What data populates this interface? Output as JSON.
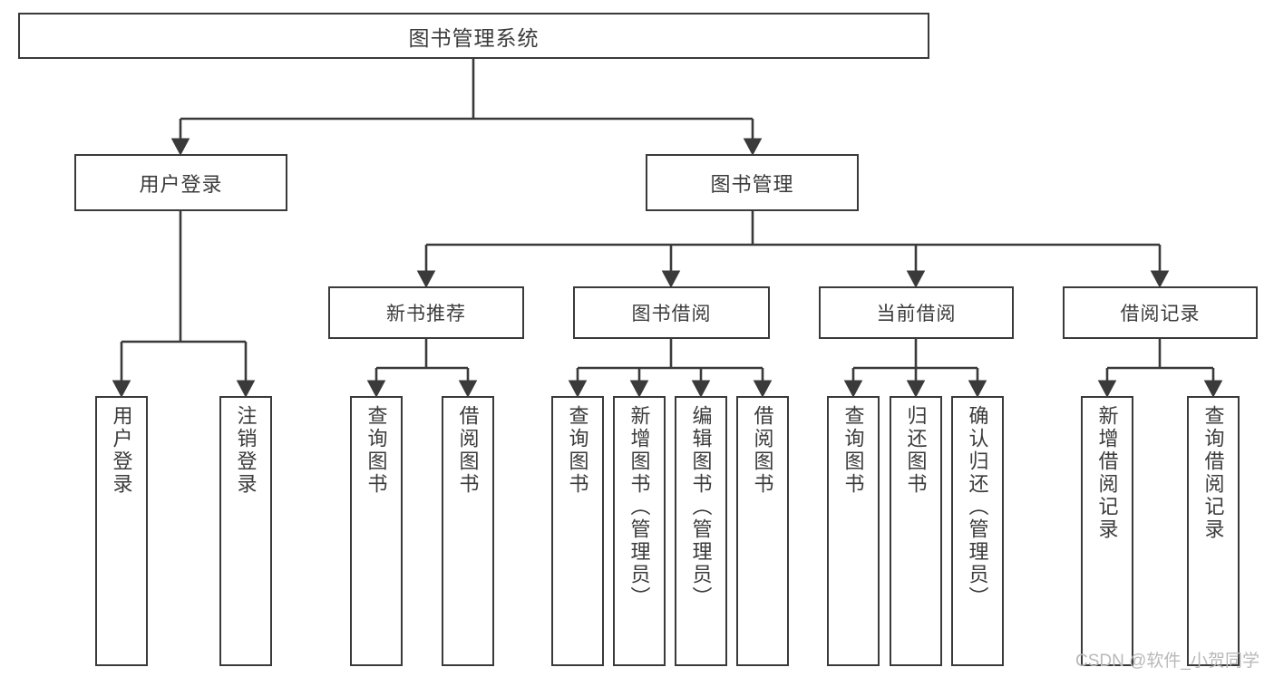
{
  "diagram": {
    "title": "图书管理系统",
    "watermark": "CSDN @软件_小贺同学",
    "colors": {
      "stroke": "#3a3a3a",
      "text": "#3b3b3b",
      "background": "#ffffff",
      "watermark": "#b9b9b9"
    },
    "root": {
      "label": "图书管理系统"
    },
    "level2": [
      {
        "label": "用户登录"
      },
      {
        "label": "图书管理"
      }
    ],
    "level3": [
      {
        "label": "新书推荐"
      },
      {
        "label": "图书借阅"
      },
      {
        "label": "当前借阅"
      },
      {
        "label": "借阅记录"
      }
    ],
    "leaves": {
      "user_login": [
        {
          "label": "用户登录"
        },
        {
          "label": "注销登录"
        }
      ],
      "new_book_recommend": [
        {
          "label": "查询图书"
        },
        {
          "label": "借阅图书"
        }
      ],
      "book_borrow": [
        {
          "label": "查询图书"
        },
        {
          "label": "新增图书（管理员）"
        },
        {
          "label": "编辑图书（管理员）"
        },
        {
          "label": "借阅图书"
        }
      ],
      "current_borrow": [
        {
          "label": "查询图书"
        },
        {
          "label": "归还图书"
        },
        {
          "label": "确认归还（管理员）"
        }
      ],
      "borrow_record": [
        {
          "label": "新增借阅记录"
        },
        {
          "label": "查询借阅记录"
        }
      ]
    }
  }
}
